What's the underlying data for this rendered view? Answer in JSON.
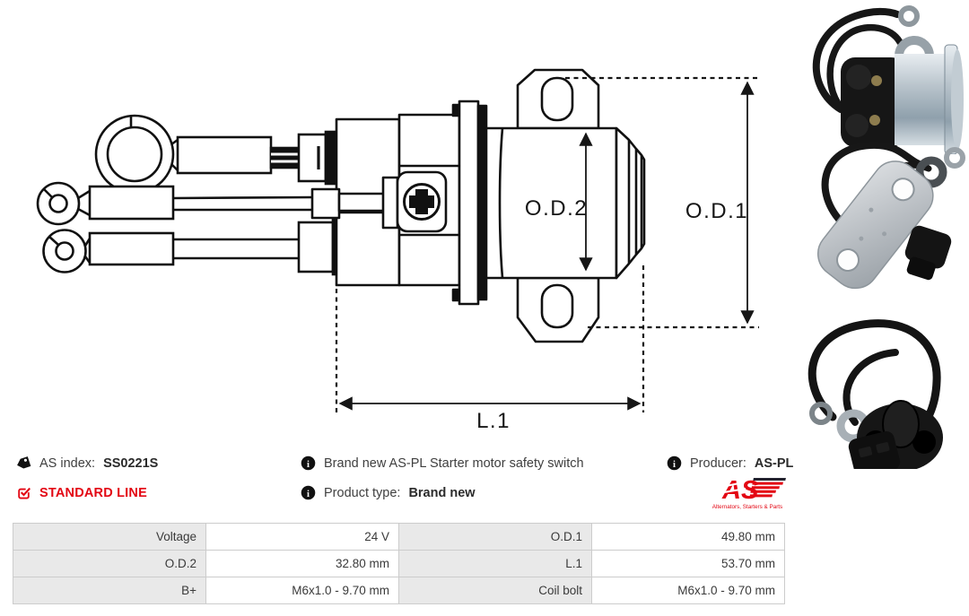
{
  "header": {
    "as_index_label": "AS index:",
    "as_index_value": "SS0221S",
    "standard_line": "STANDARD LINE",
    "description": "Brand new AS-PL Starter motor safety switch",
    "product_type_label": "Product type:",
    "product_type_value": "Brand new",
    "producer_label": "Producer:",
    "producer_value": "AS-PL"
  },
  "logo": {
    "text": "AS",
    "tagline": "Alternators, Starters & Parts"
  },
  "diagram_labels": {
    "od1": "O.D.1",
    "od2": "O.D.2",
    "l1": "L.1"
  },
  "spec_table": {
    "rows": [
      [
        "Voltage",
        "24 V",
        "O.D.1",
        "49.80 mm"
      ],
      [
        "O.D.2",
        "32.80 mm",
        "L.1",
        "53.70 mm"
      ],
      [
        "B+",
        "M6x1.0 - 9.70 mm",
        "Coil bolt",
        "M6x1.0 - 9.70 mm"
      ]
    ]
  },
  "photos": {
    "photo1": "solenoid-switch-side-photo",
    "photo2": "mounting-plate-photo",
    "photo3": "rear-connector-photo"
  },
  "icons": {
    "tag": "tag-icon",
    "checkbox": "checked-checkbox-icon",
    "info": "info-icon"
  },
  "colors": {
    "accent_red": "#e30613",
    "table_label_bg": "#e9e9e9",
    "table_border": "#cccccc",
    "text_dark": "#3a3a3a",
    "drawing_line": "#111111"
  }
}
